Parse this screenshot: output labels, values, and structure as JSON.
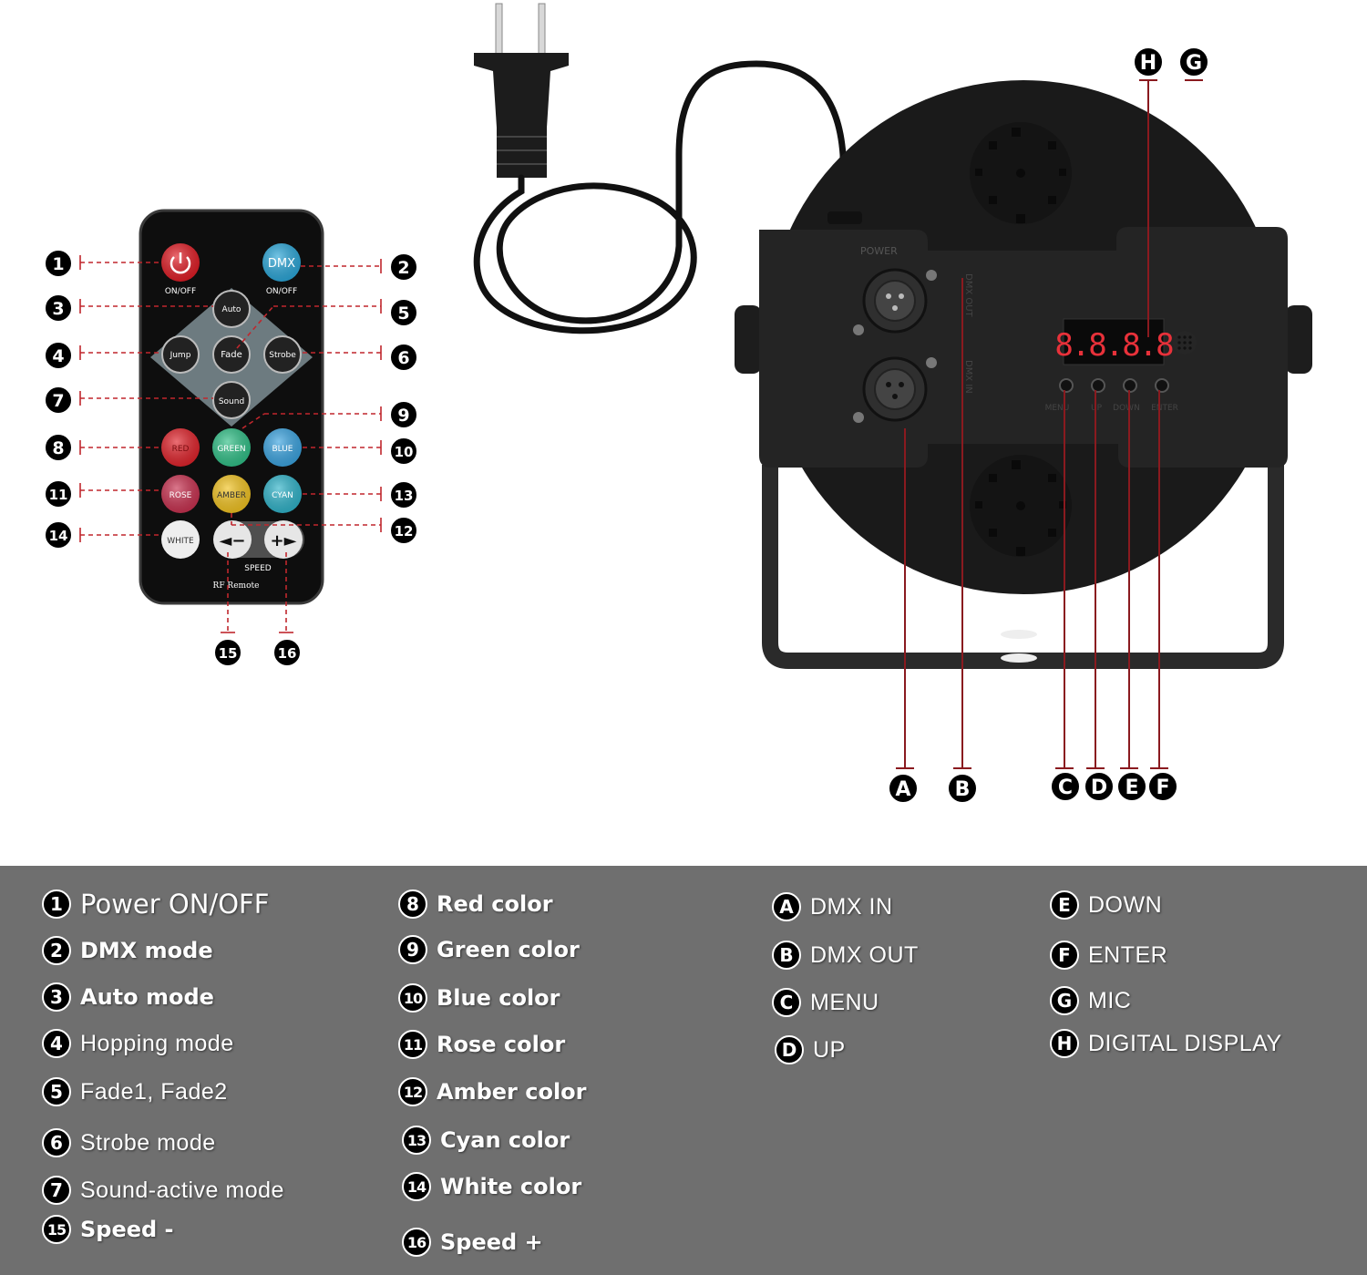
{
  "remote": {
    "buttons": [
      {
        "id": "power",
        "label": "",
        "color": "#e01b24"
      },
      {
        "id": "dmx",
        "label": "DMX",
        "color": "#2aa6d8"
      },
      {
        "id": "auto",
        "label": "Auto",
        "color": "#222222"
      },
      {
        "id": "jump",
        "label": "Jump",
        "color": "#222222"
      },
      {
        "id": "fade",
        "label": "Fade",
        "color": "#222222"
      },
      {
        "id": "strobe",
        "label": "Strobe",
        "color": "#222222"
      },
      {
        "id": "sound",
        "label": "Sound",
        "color": "#222222"
      },
      {
        "id": "red",
        "label": "RED",
        "color": "#e0222a"
      },
      {
        "id": "green",
        "label": "GREEN",
        "color": "#2fbf86"
      },
      {
        "id": "blue",
        "label": "BLUE",
        "color": "#3aa3e0"
      },
      {
        "id": "rose",
        "label": "ROSE",
        "color": "#c8304f"
      },
      {
        "id": "amber",
        "label": "AMBER",
        "color": "#f2c320"
      },
      {
        "id": "cyan",
        "label": "CYAN",
        "color": "#2fb3c9"
      },
      {
        "id": "white",
        "label": "WHITE",
        "color": "#eeeeee"
      },
      {
        "id": "speed_minus",
        "label": "◄−",
        "color": "#e6e6e6"
      },
      {
        "id": "speed_plus",
        "label": "+►",
        "color": "#e6e6e6"
      }
    ],
    "power_caption": "ON/OFF",
    "dmx_caption": "ON/OFF",
    "speed_caption": "SPEED",
    "model_caption": "RF Remote"
  },
  "device": {
    "power_label": "POWER",
    "dmx_out_label": "DMX OUT",
    "dmx_in_label": "DMX IN",
    "display_text": "8.8.8.8",
    "button_labels": [
      "MENU",
      "UP",
      "DOWN",
      "ENTER"
    ]
  },
  "callouts": {
    "remote": [
      "1",
      "2",
      "3",
      "4",
      "5",
      "6",
      "7",
      "8",
      "9",
      "10",
      "11",
      "12",
      "13",
      "14",
      "15",
      "16"
    ],
    "device": [
      "A",
      "B",
      "C",
      "D",
      "E",
      "F",
      "G",
      "H"
    ]
  },
  "legend": {
    "numbered": [
      {
        "num": "1",
        "text": "Power ON/OFF"
      },
      {
        "num": "2",
        "text": "DMX mode"
      },
      {
        "num": "3",
        "text": "Auto mode"
      },
      {
        "num": "4",
        "text": "Hopping mode"
      },
      {
        "num": "5",
        "text": "Fade1, Fade2"
      },
      {
        "num": "6",
        "text": "Strobe mode"
      },
      {
        "num": "7",
        "text": "Sound-active mode"
      },
      {
        "num": "15",
        "text": "Speed -"
      },
      {
        "num": "8",
        "text": "Red color"
      },
      {
        "num": "9",
        "text": "Green color"
      },
      {
        "num": "10",
        "text": "Blue color"
      },
      {
        "num": "11",
        "text": "Rose color"
      },
      {
        "num": "12",
        "text": "Amber color"
      },
      {
        "num": "13",
        "text": "Cyan color"
      },
      {
        "num": "14",
        "text": "White color"
      },
      {
        "num": "16",
        "text": "Speed +"
      }
    ],
    "lettered": [
      {
        "letter": "A",
        "text": "DMX IN"
      },
      {
        "letter": "B",
        "text": "DMX OUT"
      },
      {
        "letter": "C",
        "text": "MENU"
      },
      {
        "letter": "D",
        "text": "UP"
      },
      {
        "letter": "E",
        "text": "DOWN"
      },
      {
        "letter": "F",
        "text": "ENTER"
      },
      {
        "letter": "G",
        "text": "MIC"
      },
      {
        "letter": "H",
        "text": "DIGITAL DISPLAY"
      }
    ],
    "background": "#6f6f6f"
  }
}
